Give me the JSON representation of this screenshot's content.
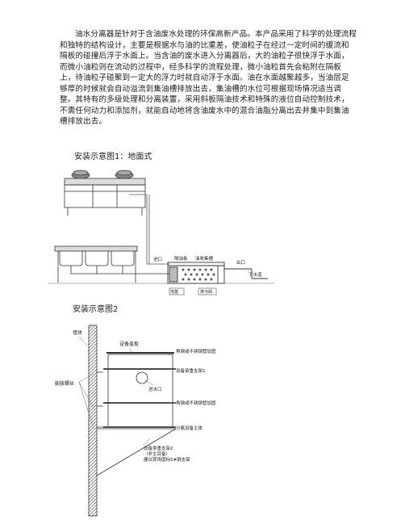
{
  "intro": "油水分离器是针对于含油废水处理的环保高新产品。本产品采用了科学的处理流程和独特的结构设计，主要是根据水与油的比重差，使油粒子在经过一定时间的缓流和隔板的碰撞后浮于水面上。当含油的废水进入分离器后，大的油粒子很快浮于水面，而微小油粒则在流动的过程中，经多科学的流程处理，微小油粒首先会粘附在隔板上，待油粒子碰聚到一定大的浮力时就自动浮于水面。油在水面越聚越多，当油层足够厚的时候就会自动溢流到集油槽排放出去，集油槽的水位可根据现场情况适当调整。其特有的多级处理和分离装置，采用斜板隔油技术和特殊的液位自动控制技术，不需任何动力和添加剂，就能自动地将含油废水中的混合油脂分离出去并集中到集油槽排放出去。",
  "figure1": {
    "caption": "安装示意图1：地面式",
    "labels": {
      "inlet": "进口",
      "partition": "隔油板",
      "oil_collect": "油收集槽",
      "outlet": "出口",
      "sewer": "下水道",
      "oil_drain": "排污阀",
      "base": "地基"
    }
  },
  "figure2": {
    "caption": "安装示意图2",
    "labels": {
      "wall": "墙体",
      "cover": "设备盖板",
      "steel1": "角钢或不锈钢管加固",
      "bracket1": "设备承重支架1",
      "inlet": "进水口",
      "steel2": "角钢或不锈钢管加固",
      "anchor": "膨胀螺丝",
      "body": "分离设备主体",
      "bracket2_a": "设备承重支架2",
      "bracket2_b": "（非主目备）",
      "bracket2_c": "建议现场国标5#钢支架"
    }
  }
}
